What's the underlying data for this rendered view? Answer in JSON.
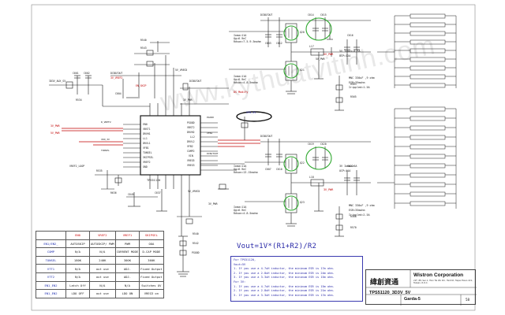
{
  "watermark": "www.kythuatvitinh.com",
  "formula": "Vout=1V*(R1+R2)/R2",
  "notes": {
    "header": "For TPS51120,",
    "sub": "Vout=5V",
    "lines": [
      "1. If you use a 4.7uH inductor, the minimum ESR is 17m ohm.",
      "2. If you use a 2.8uH inductor, the minimum ESR is 24m ohm.",
      "3. If you use a 3.3uH inductor, the minimum ESR is 15m ohm.",
      "For 3V:",
      "1. If you use a 4.7uH inductor, the minimum ESR is 15m ohm.",
      "2. If you use a 2.8uH inductor, the minimum ESR is 21m ohm.",
      "3. If you use a 3.3uH inductor, the minimum ESR is 17m ohm."
    ]
  },
  "title_block": {
    "chinese": "緯創資通",
    "company": "Wistron Corporation",
    "address": "21F, 88, Sec.1, Hsin Tai Wu Rd., Hsichih, Taipei Hsien 221, Taiwan, R.O.C.",
    "title": "TPS51120_3D3V_5V",
    "board": "Garda-5",
    "sheet": "58"
  },
  "config_table": {
    "headers": [
      "",
      "EN0",
      "VREF2",
      "VREF1",
      "SKIPSEL"
    ],
    "rows": [
      [
        "EN1/EN2_",
        "AUTOSKIP",
        "AUTOSKIP/ PWM",
        "PWM",
        "OOA"
      ],
      [
        "COMP",
        "N/A",
        "N/A",
        "CURRENT MODE",
        "D-CAP MODE"
      ],
      [
        "TONSEL",
        "180K",
        "240K",
        "300K",
        "360K"
      ],
      [
        "VTT1",
        "N/A",
        "out use",
        "ADJ.",
        "Fixed Output"
      ],
      [
        "VTT2",
        "N/A",
        "out use",
        "ADJ.",
        "Fixed Output"
      ],
      [
        "EN1_EN2",
        "Latch Off",
        "N/A",
        "N/A",
        "Switches OV"
      ],
      [
        "EN1_EN2",
        "LDO OFF",
        "out use",
        "LDO ON",
        "VREG3 on"
      ]
    ]
  },
  "notes_right": [
    "5V Iomax=4.5A",
    "OCP=12A",
    "MNC 330uF ,9 ohm",
    "ESR=35mohm",
    "Irippled=1.5A",
    "3V Iomax=6A",
    "OCP=11A",
    "MNC 330uF ,9 ohm",
    "ESR=35mohm",
    "Irippled=2.5A"
  ],
  "mosfet_notes": [
    "Ioma=11A",
    "Qg=6.9nC",
    "Rdson=7.5-9.5mohm",
    "Ioma=11A",
    "Qg=6.9nC",
    "Rdson=4.8-5mohm",
    "Ioma=11A",
    "Qg=6.9nC",
    "Rdson=13-15mohm",
    "Ioma=11A",
    "Qg=6.9nC",
    "Rdson=4.8-5mohm"
  ],
  "nets": [
    "VIN_3V",
    "3V_PWR",
    "5V_PWR",
    "PGOOD",
    "DCBATOUT",
    "EN_SKIP",
    "VREF2",
    "TONSEL",
    "VFB1",
    "VFB2"
  ],
  "modify_note": "DS Modify",
  "ic_label": "TPS51120",
  "colors": {
    "wire": "#1a1a1a",
    "text_blue": "#2a2aa8",
    "text_red": "#d01010",
    "highlight_green": "#2fa82f",
    "bus_red": "#c00000"
  }
}
